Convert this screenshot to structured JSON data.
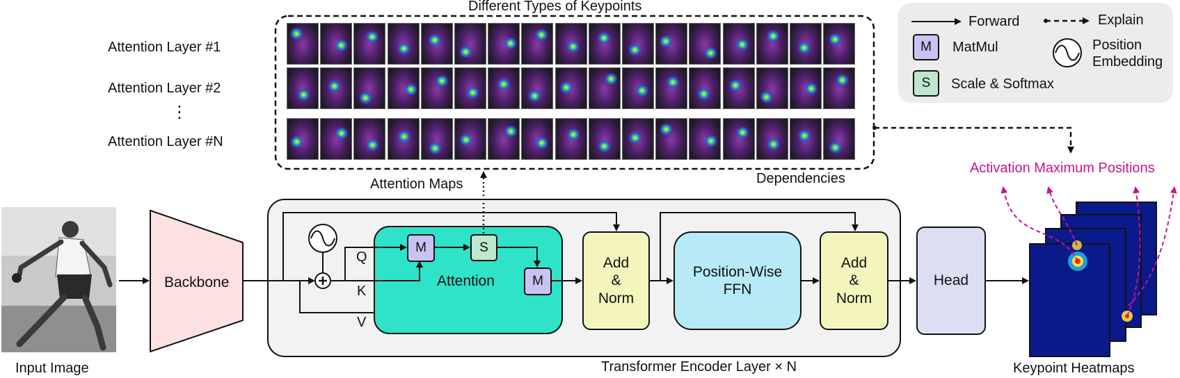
{
  "input": {
    "label": "Input Image"
  },
  "backbone": {
    "label": "Backbone"
  },
  "encoder": {
    "caption": "Transformer Encoder Layer × N",
    "attention_label": "Attention",
    "q": "Q",
    "k": "K",
    "v": "V",
    "matmul_letter": "M",
    "softmax_letter": "S",
    "add_norm_1": [
      "Add",
      "&",
      "Norm"
    ],
    "ffn": [
      "Position-Wise",
      "FFN"
    ],
    "add_norm_2": [
      "Add",
      "&",
      "Norm"
    ]
  },
  "head": {
    "label": "Head"
  },
  "heatmaps": {
    "label": "Keypoint Heatmaps",
    "title": "Activation Maximum Positions"
  },
  "attention_maps": {
    "title": "Different Types of Keypoints",
    "bottom_label": "Attention Maps",
    "side_label": "Dependencies",
    "rows": [
      "Attention Layer #1",
      "Attention Layer #2",
      "Attention Layer #N"
    ],
    "ellipsis": "⋮",
    "columns": 17
  },
  "legend": {
    "forward": "Forward",
    "explain": "Explain",
    "matmul_letter": "M",
    "matmul": "MatMul",
    "softmax_letter": "S",
    "softmax": "Scale & Softmax",
    "position_embedding": [
      "Position",
      "Embedding"
    ]
  },
  "colors": {
    "backbone": "#fde0e2",
    "attention": "#2ee3c8",
    "add_norm": "#f3f5bd",
    "ffn": "#b7e9f7",
    "head": "#dcdff2",
    "encoder_bg": "#f2f2f2",
    "legend_bg": "#ececec",
    "explain_text": "#c8148e"
  }
}
